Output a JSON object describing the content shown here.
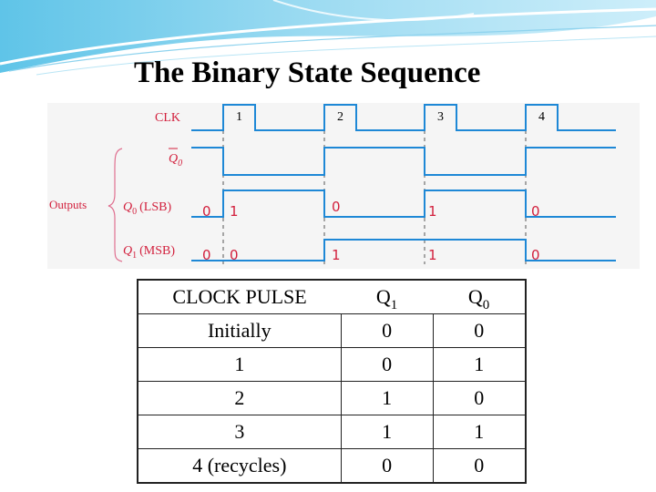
{
  "slide": {
    "title": "The Binary State Sequence"
  },
  "diagram": {
    "labels": {
      "clk": "CLK",
      "q0bar": "Q",
      "q0bar_sub": "0",
      "outputs": "Outputs",
      "q0": "Q",
      "q0_sub": "0",
      "q0_note": "(LSB)",
      "q1": "Q",
      "q1_sub": "1",
      "q1_note": "(MSB)"
    },
    "clock_pulses": [
      "1",
      "2",
      "3",
      "4"
    ],
    "q0_values": [
      "0",
      "1",
      "0",
      "1",
      "0"
    ],
    "q1_values": [
      "0",
      "0",
      "1",
      "1",
      "0"
    ],
    "colors": {
      "wave": "#1e88d6",
      "labels": "#d21f3c",
      "dashes": "#7a7a7a",
      "bracket": "#e07090"
    }
  },
  "table": {
    "headers": {
      "clock_pulse": "CLOCK PULSE",
      "q1": "Q",
      "q1_sub": "1",
      "q0": "Q",
      "q0_sub": "0"
    },
    "rows": [
      {
        "pulse": "Initially",
        "q1": "0",
        "q0": "0"
      },
      {
        "pulse": "1",
        "q1": "0",
        "q0": "1"
      },
      {
        "pulse": "2",
        "q1": "1",
        "q0": "0"
      },
      {
        "pulse": "3",
        "q1": "1",
        "q0": "1"
      },
      {
        "pulse": "4 (recycles)",
        "q1": "0",
        "q0": "0"
      }
    ]
  }
}
